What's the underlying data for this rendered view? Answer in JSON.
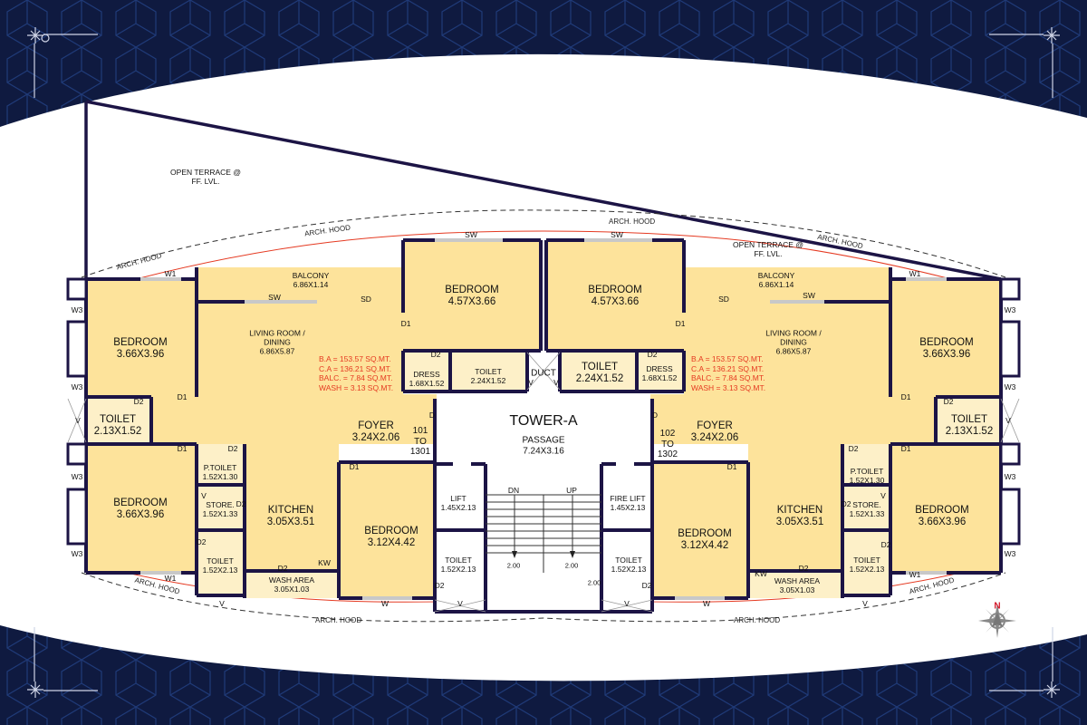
{
  "title": "TOWER-A",
  "colors": {
    "background": "#0f1a40",
    "pattern": "#1f3a78",
    "room_fill": "#fde39b",
    "wet_fill": "#fdf0c8",
    "wall": "#1c1445",
    "window": "#c8c8c8",
    "hood_line": "#e53a22",
    "area_text": "#e53a22",
    "north": "#d3192b"
  },
  "terrace": [
    {
      "label": "OPEN TERRACE @",
      "sub": "FF. LVL."
    },
    {
      "label": "OPEN TERRACE @",
      "sub": "FF. LVL."
    }
  ],
  "hood_labels": [
    "ARCH. HOOD",
    "ARCH. HOOD",
    "ARCH. HOOD",
    "ARCH. HOOD",
    "ARCH. HOOD",
    "ARCH. HOOD",
    "ARCH. HOOD",
    "ARCH. HOOD"
  ],
  "core": {
    "tower": "TOWER-A",
    "passage": {
      "name": "PASSAGE",
      "dim": "7.24X3.16"
    },
    "lift": {
      "name": "LIFT",
      "dim": "1.45X2.13"
    },
    "fire_lift": {
      "name": "FIRE LIFT",
      "dim": "1.45X2.13"
    },
    "stairs": {
      "down": "DN",
      "up": "UP",
      "width_left": "2.00",
      "width_right": "2.00",
      "width_landing": "2.00"
    },
    "duct": "DUCT"
  },
  "left_unit": {
    "flat_numbers": "101\nTO\n1301",
    "flat_line1": "101",
    "flat_line2": "TO",
    "flat_line3": "1301",
    "areas": {
      "ba": "B.A  = 153.57 SQ.MT.",
      "ca": "C.A = 136.21 SQ.MT.",
      "balc": "BALC. = 7.84 SQ.MT.",
      "wash": "WASH = 3.13 SQ.MT."
    },
    "rooms": {
      "bedroom_top_outer": {
        "name": "BEDROOM",
        "dim": "3.66X3.96"
      },
      "bedroom_bottom_outer": {
        "name": "BEDROOM",
        "dim": "3.66X3.96"
      },
      "bedroom_master": {
        "name": "BEDROOM",
        "dim": "4.57X3.66"
      },
      "bedroom_inner": {
        "name": "BEDROOM",
        "dim": "3.12X4.42"
      },
      "balcony": {
        "name": "BALCONY",
        "dim": "6.86X1.14"
      },
      "living": {
        "name": "LIVING ROOM /",
        "name2": "DINING",
        "dim": "6.86X5.87"
      },
      "toilet_outer": {
        "name": "TOILET",
        "dim": "2.13X1.52"
      },
      "dress": {
        "name": "DRESS",
        "dim": "1.68X1.52"
      },
      "toilet_master": {
        "name": "TOILET",
        "dim": "2.24X1.52"
      },
      "foyer": {
        "name": "FOYER",
        "dim": "3.24X2.06"
      },
      "p_toilet": {
        "name": "P.TOILET",
        "dim": "1.52X1.30"
      },
      "store": {
        "name": "STORE.",
        "dim": "1.52X1.33"
      },
      "toilet_small": {
        "name": "TOILET",
        "dim": "1.52X2.13"
      },
      "kitchen": {
        "name": "KITCHEN",
        "dim": "3.05X3.51"
      },
      "wash_area": {
        "name": "WASH AREA",
        "dim": "3.05X1.03"
      },
      "toilet_inner": {
        "name": "TOILET",
        "dim": "1.52X2.13"
      }
    }
  },
  "right_unit": {
    "flat_line1": "102",
    "flat_line2": "TO",
    "flat_line3": "1302",
    "areas": {
      "ba": "B.A  = 153.57 SQ.MT.",
      "ca": "C.A = 136.21 SQ.MT.",
      "balc": "BALC. = 7.84 SQ.MT.",
      "wash": "WASH = 3.13 SQ.MT."
    },
    "rooms": {
      "bedroom_top_outer": {
        "name": "BEDROOM",
        "dim": "3.66X3.96"
      },
      "bedroom_bottom_outer": {
        "name": "BEDROOM",
        "dim": "3.66X3.96"
      },
      "bedroom_master": {
        "name": "BEDROOM",
        "dim": "4.57X3.66"
      },
      "bedroom_inner": {
        "name": "BEDROOM",
        "dim": "3.12X4.42"
      },
      "balcony": {
        "name": "BALCONY",
        "dim": "6.86X1.14"
      },
      "living": {
        "name": "LIVING ROOM /",
        "name2": "DINING",
        "dim": "6.86X5.87"
      },
      "toilet_outer": {
        "name": "TOILET",
        "dim": "2.13X1.52"
      },
      "dress": {
        "name": "DRESS",
        "dim": "1.68X1.52"
      },
      "toilet_master": {
        "name": "TOILET",
        "dim": "2.24X1.52"
      },
      "foyer": {
        "name": "FOYER",
        "dim": "3.24X2.06"
      },
      "p_toilet": {
        "name": "P.TOILET",
        "dim": "1.52X1.30"
      },
      "store": {
        "name": "STORE.",
        "dim": "1.52X1.33"
      },
      "toilet_small": {
        "name": "TOILET",
        "dim": "1.52X2.13"
      },
      "kitchen": {
        "name": "KITCHEN",
        "dim": "3.05X3.51"
      },
      "wash_area": {
        "name": "WASH AREA",
        "dim": "3.05X1.03"
      },
      "toilet_inner": {
        "name": "TOILET",
        "dim": "1.52X2.13"
      }
    }
  },
  "tags": {
    "w1": "W1",
    "w3": "W3",
    "w": "W",
    "sw": "SW",
    "sd": "SD",
    "d": "D",
    "d1": "D1",
    "d2": "D2",
    "kw": "KW",
    "v": "V"
  },
  "compass": {
    "label": "N"
  }
}
